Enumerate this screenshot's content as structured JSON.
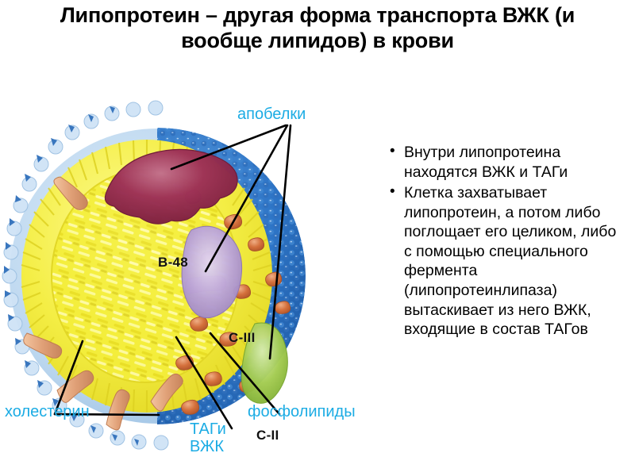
{
  "slide": {
    "title": "Липопротеин – другая форма транспорта ВЖК (и вообще липидов) в крови"
  },
  "bullets": [
    "Внутри липопротеина находятся ВЖК и ТАГи",
    "Клетка захватывает липопротеин, а потом либо поглощает его целиком, либо с помощью специального фермента (липопротеинлипаза) вытаскивает из него ВЖК, входящие в состав ТАГов"
  ],
  "diagram": {
    "callouts": {
      "apoproteins": "апобелки",
      "cholesterol": "холестерин",
      "triacylglycerols": "ТАГи\nВЖК",
      "phospholipids": "фосфолипиды"
    },
    "particle_labels": {
      "b48": "B-48",
      "c3": "C-III",
      "c2": "C-II"
    },
    "colors": {
      "label_cyan": "#1cace4",
      "core_yellow": "#f2ec35",
      "phospholipid_blue": "#2a72c4",
      "rim_light_blue": "#bcd7ef",
      "cholesterol_orange": "#d4703c",
      "apo_b48_maroon": "#9c2f52",
      "apo_c3_purple": "#b9a2d4",
      "apo_c2_green": "#9ec94a",
      "leader_line": "#000000",
      "text_black": "#000000",
      "background": "#ffffff"
    }
  }
}
